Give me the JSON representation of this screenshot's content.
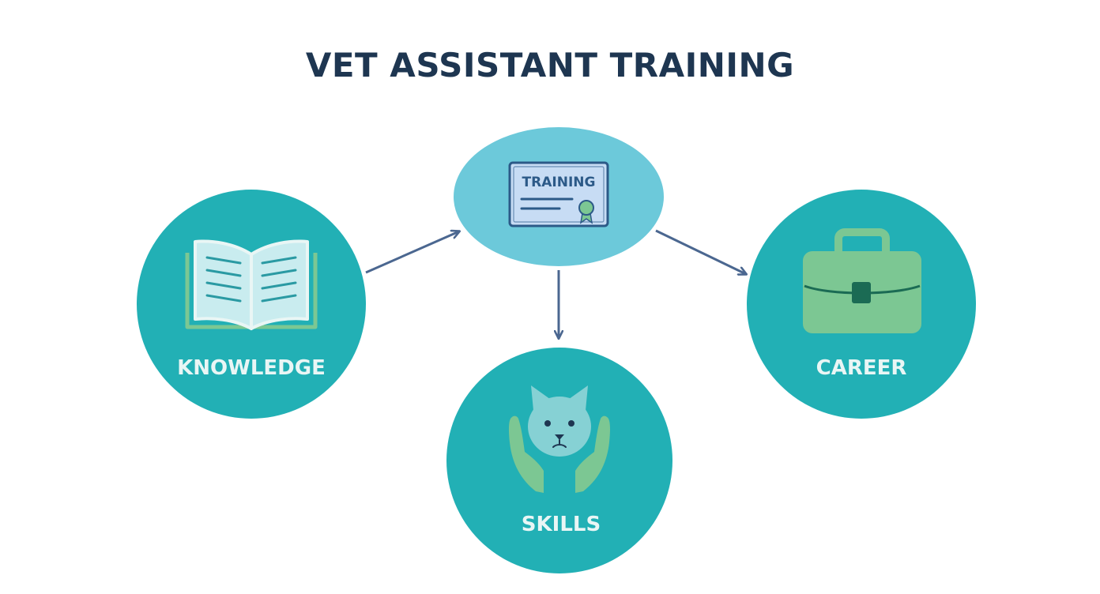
{
  "title": "VET ASSISTANT TRAINING",
  "nodes": {
    "training": {
      "label": "TRAINING",
      "icon": "certificate-icon"
    },
    "knowledge": {
      "label": "KNOWLEDGE",
      "icon": "open-book-icon"
    },
    "skills": {
      "label": "SKILLS",
      "icon": "pet-in-hands-icon"
    },
    "career": {
      "label": "CAREER",
      "icon": "briefcase-icon"
    }
  },
  "edges": [
    {
      "from": "knowledge",
      "to": "training"
    },
    {
      "from": "training",
      "to": "skills"
    },
    {
      "from": "training",
      "to": "career"
    }
  ],
  "colors": {
    "title": "#1e3651",
    "circle": "#22b0b5",
    "training_ellipse": "#6cc9da",
    "arrow": "#4b6790",
    "icon_green": "#7cc793",
    "label": "#e9f6f5"
  }
}
